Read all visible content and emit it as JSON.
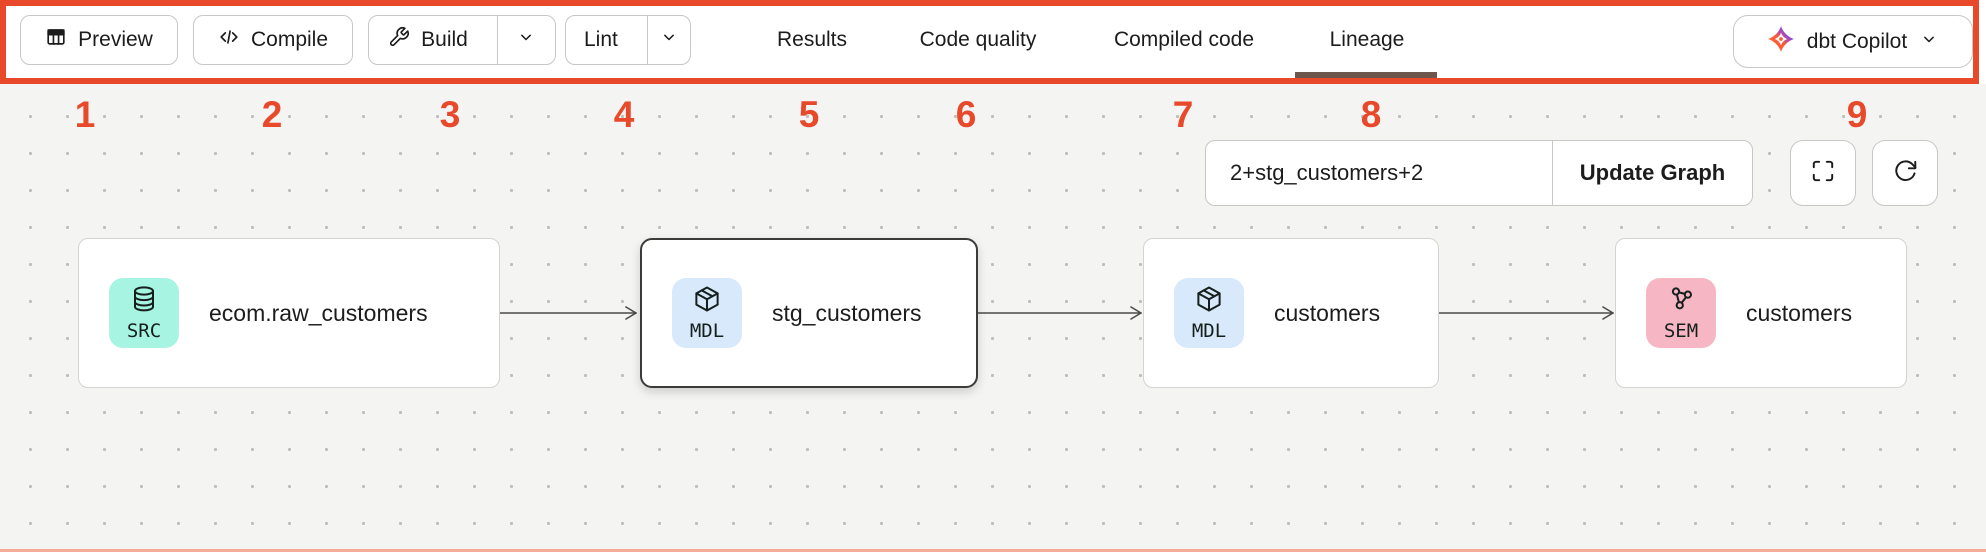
{
  "colors": {
    "annotation_red": "#e8492b",
    "src_badge": "#a7f4e2",
    "mdl_badge": "#d8e9fb",
    "sem_badge": "#f7b6c4",
    "active_tab_underline": "#6d564c",
    "graph_background": "#f4f4f2",
    "dbt_orange": "#ff5c35",
    "dbt_purple": "#7b42f6"
  },
  "toolbar": {
    "preview_label": "Preview",
    "compile_label": "Compile",
    "build_label": "Build",
    "lint_label": "Lint",
    "tabs": [
      {
        "label": "Results",
        "active": false
      },
      {
        "label": "Code quality",
        "active": false
      },
      {
        "label": "Compiled code",
        "active": false
      },
      {
        "label": "Lineage",
        "active": true
      }
    ],
    "copilot_label": "dbt Copilot"
  },
  "annotations": {
    "numbers": [
      "1",
      "2",
      "3",
      "4",
      "5",
      "6",
      "7",
      "8",
      "9"
    ]
  },
  "lineage": {
    "selector_value": "2+stg_customers+2",
    "update_button_label": "Update Graph",
    "nodes": [
      {
        "label": "ecom.raw_customers",
        "type": "SRC",
        "selected": false
      },
      {
        "label": "stg_customers",
        "type": "MDL",
        "selected": true
      },
      {
        "label": "customers",
        "type": "MDL",
        "selected": false
      },
      {
        "label": "customers",
        "type": "SEM",
        "selected": false
      }
    ]
  }
}
